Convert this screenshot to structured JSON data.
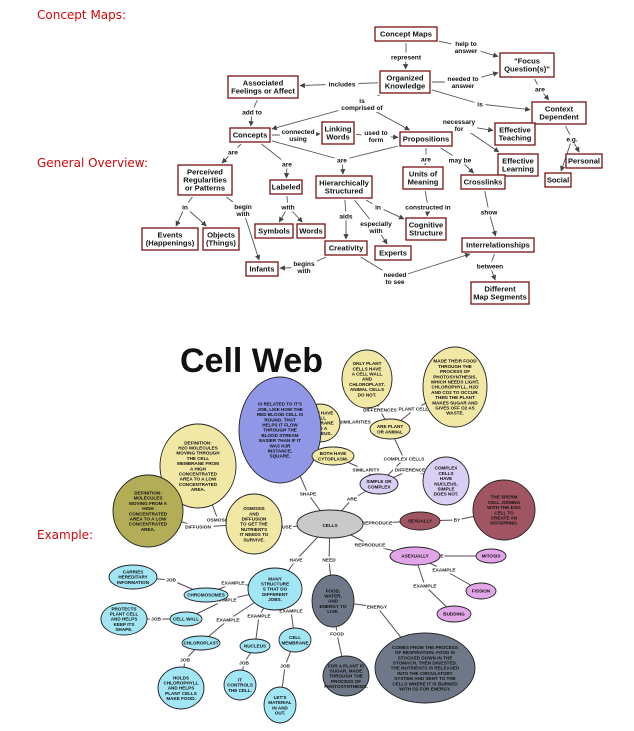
{
  "labels": {
    "concept_maps": "Concept Maps:",
    "general_overview": "General Overview:",
    "example": "Example:"
  },
  "concept_map": {
    "nodes": [
      {
        "id": "cm",
        "lines": [
          "Concept Maps"
        ]
      },
      {
        "id": "ok",
        "lines": [
          "Organized",
          "Knowledge"
        ]
      },
      {
        "id": "fq",
        "lines": [
          "\"Focus",
          "Question(s)\""
        ]
      },
      {
        "id": "af",
        "lines": [
          "Associated",
          "Feelings or Affect"
        ]
      },
      {
        "id": "cd",
        "lines": [
          "Context",
          "Dependent"
        ]
      },
      {
        "id": "co",
        "lines": [
          "Concepts"
        ]
      },
      {
        "id": "lw",
        "lines": [
          "Linking",
          "Words"
        ]
      },
      {
        "id": "pr",
        "lines": [
          "Propositions"
        ]
      },
      {
        "id": "et",
        "lines": [
          "Effective",
          "Teaching"
        ]
      },
      {
        "id": "el",
        "lines": [
          "Effective",
          "Learning"
        ]
      },
      {
        "id": "pe",
        "lines": [
          "Personal"
        ]
      },
      {
        "id": "so",
        "lines": [
          "Social"
        ]
      },
      {
        "id": "prp",
        "lines": [
          "Perceived",
          "Regularities",
          "or Patterns"
        ]
      },
      {
        "id": "lab",
        "lines": [
          "Labeled"
        ]
      },
      {
        "id": "hs",
        "lines": [
          "Hierarchically",
          "Structured"
        ]
      },
      {
        "id": "um",
        "lines": [
          "Units of",
          "Meaning"
        ]
      },
      {
        "id": "cl",
        "lines": [
          "Crosslinks"
        ]
      },
      {
        "id": "ev",
        "lines": [
          "Events",
          "(Happenings)"
        ]
      },
      {
        "id": "ob",
        "lines": [
          "Objects",
          "(Things)"
        ]
      },
      {
        "id": "sy",
        "lines": [
          "Symbols"
        ]
      },
      {
        "id": "wo",
        "lines": [
          "Words"
        ]
      },
      {
        "id": "cs",
        "lines": [
          "Cognitive",
          "Structure"
        ]
      },
      {
        "id": "cr",
        "lines": [
          "Creativity"
        ]
      },
      {
        "id": "ex",
        "lines": [
          "Experts"
        ]
      },
      {
        "id": "ir",
        "lines": [
          "Interrelationships"
        ]
      },
      {
        "id": "in",
        "lines": [
          "Infants"
        ]
      },
      {
        "id": "dm",
        "lines": [
          "Different",
          "Map Segments"
        ]
      }
    ],
    "links": [
      {
        "id": "l1",
        "lines": [
          "help to",
          "answer"
        ]
      },
      {
        "id": "l2",
        "lines": [
          "represent"
        ]
      },
      {
        "id": "l3",
        "lines": [
          "includes"
        ]
      },
      {
        "id": "l4",
        "lines": [
          "needed to",
          "answer"
        ]
      },
      {
        "id": "l5",
        "lines": [
          "are"
        ]
      },
      {
        "id": "l6",
        "lines": [
          "is"
        ]
      },
      {
        "id": "l7",
        "lines": [
          "is",
          "comprised of"
        ]
      },
      {
        "id": "l8",
        "lines": [
          "add to"
        ]
      },
      {
        "id": "l9",
        "lines": [
          "connected",
          "using"
        ]
      },
      {
        "id": "l10",
        "lines": [
          "used to",
          "form"
        ]
      },
      {
        "id": "l11",
        "lines": [
          "necessary",
          "for"
        ]
      },
      {
        "id": "l12",
        "lines": [
          "e.g."
        ]
      },
      {
        "id": "l13",
        "lines": [
          "are"
        ]
      },
      {
        "id": "l14",
        "lines": [
          "are"
        ]
      },
      {
        "id": "l15",
        "lines": [
          "are"
        ]
      },
      {
        "id": "l16",
        "lines": [
          "are"
        ]
      },
      {
        "id": "l17",
        "lines": [
          "may be"
        ]
      },
      {
        "id": "l18",
        "lines": [
          "in"
        ]
      },
      {
        "id": "l19",
        "lines": [
          "begin",
          "with"
        ]
      },
      {
        "id": "l20",
        "lines": [
          "with"
        ]
      },
      {
        "id": "l21",
        "lines": [
          "in"
        ]
      },
      {
        "id": "l22",
        "lines": [
          "constructed in"
        ]
      },
      {
        "id": "l23",
        "lines": [
          "aids"
        ]
      },
      {
        "id": "l24",
        "lines": [
          "especially",
          "with"
        ]
      },
      {
        "id": "l25",
        "lines": [
          "show"
        ]
      },
      {
        "id": "l26",
        "lines": [
          "begins",
          "with"
        ]
      },
      {
        "id": "l27",
        "lines": [
          "needed",
          "to see"
        ]
      },
      {
        "id": "l28",
        "lines": [
          "between"
        ]
      }
    ]
  },
  "cell_web": {
    "title": "Cell Web",
    "colors": {
      "center": "#c9c9c9",
      "yellow": "#f2e8a6",
      "olive": "#b3ad58",
      "lilac": "#d9cef3",
      "blue": "#8f97e6",
      "maroon": "#a15563",
      "magenta": "#e2a5e8",
      "cyan": "#a2e6f6",
      "slate": "#6f7888"
    },
    "nodes": [
      {
        "id": "cells",
        "lines": [
          "CELLS"
        ]
      },
      {
        "id": "wall",
        "lines": [
          "ONLY PLANT",
          "CELLS HAVE",
          "A CELL WALL",
          "AND",
          "CHLOROPLAST.",
          "ANIMAL CELLS",
          "DO NOT."
        ]
      },
      {
        "id": "photo",
        "lines": [
          "MADE THEIR FOOD",
          "THROUGH THE",
          "PROCESS OF",
          "PHOTOSYNTHESIS,",
          "WHICH NEEDS LIGHT,",
          "CHLOROPHYLL, H2O",
          "AND CO2 TO OCCUR.",
          "THEN THE PLANT",
          "MAKES SUGAR AND",
          "GIVES OFF O2 AS",
          "WASTE."
        ]
      },
      {
        "id": "membrane",
        "lines": [
          "BOTH HAVE",
          "CELL",
          "MEMBRANE",
          "AND A",
          "NUCLEUS."
        ]
      },
      {
        "id": "plantanimal",
        "lines": [
          "ARE PLANT",
          "OR ANIMAL"
        ]
      },
      {
        "id": "shape",
        "lines": [
          "IS RELATED TO IT'S",
          "JOB, LIKE HOW THE",
          "RED BLOOD CELL IS",
          "ROUND. THAT",
          "HELPS IT FLOW",
          "THROUGH THE",
          "BLOOD STREAM",
          "EASIER THAN IF IT",
          "WAS HJR",
          "INSTANCE,",
          "SQUARE."
        ]
      },
      {
        "id": "osmosis",
        "lines": [
          "DEFINITION:",
          "H2O MOLECULES",
          "MOVING THROUGH",
          "THE CELL",
          "MEMBRANE FROM",
          "A HIGH",
          "CONCENTRATED",
          "AREA TO A LOW",
          "CONCENTRATED",
          "AREA."
        ]
      },
      {
        "id": "cyto",
        "lines": [
          "BOTH HAVE",
          "CYTOPLASM."
        ]
      },
      {
        "id": "simple",
        "lines": [
          "SIMPLE OR",
          "COMPLEX"
        ]
      },
      {
        "id": "nucleus",
        "lines": [
          "COMPLEX",
          "CELLS",
          "HAVE",
          "NUCLEUS,",
          "SIMPLE",
          "DOES NOT."
        ]
      },
      {
        "id": "diffusion",
        "lines": [
          "DEFINITION:",
          "MOLECULES",
          "MOVING FROM A",
          "HIGH",
          "CONCENTRATED",
          "AREA TO A LOW",
          "CONCENTRATED",
          "AREA."
        ]
      },
      {
        "id": "osdiff",
        "lines": [
          "OSMOSIS",
          "AND",
          "DIFFUSION",
          "TO GET THE",
          "NUTRIENTS",
          "IT NEEDS TO",
          "SURVIVE."
        ]
      },
      {
        "id": "sexually",
        "lines": [
          "SEXUALLY"
        ]
      },
      {
        "id": "sperm",
        "lines": [
          "THE SPERM",
          "CELL JOINING",
          "WITH THE EGG",
          "CELL TO",
          "CREATE AN",
          "OFFSPRING."
        ]
      },
      {
        "id": "asexually",
        "lines": [
          "ASEXUALLY"
        ]
      },
      {
        "id": "mitosis",
        "lines": [
          "MITOSIS"
        ]
      },
      {
        "id": "fission",
        "lines": [
          "FISSION"
        ]
      },
      {
        "id": "budding",
        "lines": [
          "BUDDING"
        ]
      },
      {
        "id": "hered",
        "lines": [
          "CARRIES",
          "HEREDITARY",
          "INFORMATION"
        ]
      },
      {
        "id": "chromo",
        "lines": [
          "CHROMOSOMES"
        ]
      },
      {
        "id": "many",
        "lines": [
          "MANY",
          "STRUCTURE",
          "S THAT DO",
          "DIFFERENT",
          "JOBS."
        ]
      },
      {
        "id": "protect",
        "lines": [
          "PROTECTS",
          "PLANT CELL",
          "AND HELPS",
          "KEEP ITS",
          "SHAPE."
        ]
      },
      {
        "id": "cellwall",
        "lines": [
          "CELL WALL"
        ]
      },
      {
        "id": "chloro",
        "lines": [
          "CHLOROPLAST"
        ]
      },
      {
        "id": "nuc",
        "lines": [
          "NUCLEUS"
        ]
      },
      {
        "id": "cellmem",
        "lines": [
          "CELL",
          "MEMBRANE"
        ]
      },
      {
        "id": "holds",
        "lines": [
          "HOLDS",
          "CHLOROPHYLL",
          "AND HELPS",
          "PLANT CELLS",
          "MAKE FOOD."
        ]
      },
      {
        "id": "controls",
        "lines": [
          "IT",
          "CONTROLS",
          "THE CELL."
        ]
      },
      {
        "id": "lets",
        "lines": [
          "LET'S",
          "MATERIAL",
          "IN AND",
          "OUT."
        ]
      },
      {
        "id": "food",
        "lines": [
          "FOOD,",
          "WATER,",
          "AND",
          "ENERGY TO",
          "LIVE."
        ]
      },
      {
        "id": "sugar",
        "lines": [
          "FOR A PLANT IS",
          "SUGAR, MADE",
          "THROUGH THE",
          "PROCESS OF",
          "PHOTOSYNTHESIS."
        ]
      },
      {
        "id": "resp",
        "lines": [
          "COMES FROM THE PROCESS",
          "OF RESPIRATION. FOOD IS",
          "STOCKED DOWN IN THE",
          "STOMACH, THEN DIGESTED.",
          "THE NUTRIENTS IS RELEASED",
          "INTO THE CIRCULATORY",
          "SYSTEM AND SENT TO THE",
          "CELLS WHERE IT IS BURNED",
          "WITH O2 FOR ENERGY."
        ]
      }
    ],
    "links": [
      {
        "id": "k1",
        "text": "DIFFERENCES"
      },
      {
        "id": "k2",
        "text": "PLANT CELLS"
      },
      {
        "id": "k3",
        "text": "SIMILARITIES"
      },
      {
        "id": "k4",
        "text": "COMPLEX CELLS"
      },
      {
        "id": "k5",
        "text": "SIMILARITY"
      },
      {
        "id": "k6",
        "text": "DIFFERENCE"
      },
      {
        "id": "k7",
        "text": "SHAPE"
      },
      {
        "id": "k8",
        "text": "ARE"
      },
      {
        "id": "k9",
        "text": "OSMOSIS"
      },
      {
        "id": "k10",
        "text": "DIFFUSION"
      },
      {
        "id": "k11",
        "text": "USE"
      },
      {
        "id": "k12",
        "text": "REPRODUCE"
      },
      {
        "id": "k13",
        "text": "BY"
      },
      {
        "id": "k14",
        "text": "REPRODUCE"
      },
      {
        "id": "k15",
        "text": "EXAMPLE"
      },
      {
        "id": "k16",
        "text": "EXAMPLE"
      },
      {
        "id": "k17",
        "text": "EXAMPLE"
      },
      {
        "id": "k18",
        "text": "HAVE"
      },
      {
        "id": "k19",
        "text": "NEED"
      },
      {
        "id": "k20",
        "text": "JOB"
      },
      {
        "id": "k21",
        "text": "EXAMPLE"
      },
      {
        "id": "k22",
        "text": "JOB"
      },
      {
        "id": "k23",
        "text": "EXAMPLE"
      },
      {
        "id": "k24",
        "text": "EXAMPLE"
      },
      {
        "id": "k25",
        "text": "EXAMPLE"
      },
      {
        "id": "k26",
        "text": "EXAMPLE"
      },
      {
        "id": "k27",
        "text": "JOB"
      },
      {
        "id": "k28",
        "text": "JOB"
      },
      {
        "id": "k29",
        "text": "JOB"
      },
      {
        "id": "k30",
        "text": "ENERGY"
      },
      {
        "id": "k31",
        "text": "FOOD"
      }
    ]
  }
}
